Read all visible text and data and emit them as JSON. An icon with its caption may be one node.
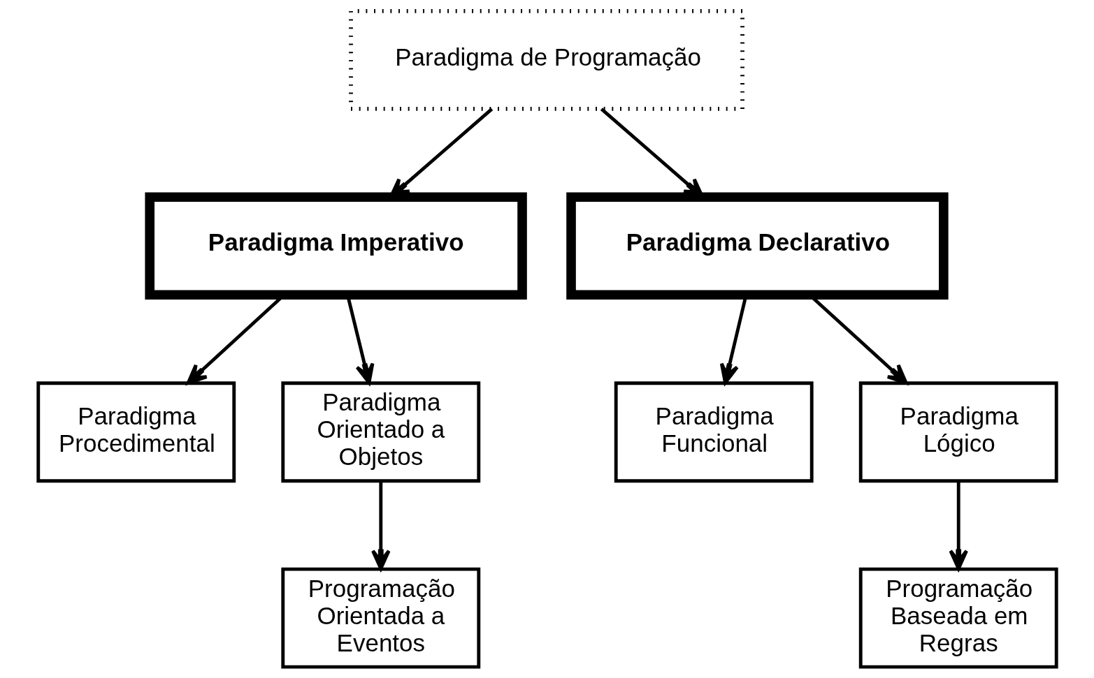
{
  "diagram": {
    "nodes": [
      {
        "text": [
          "Paradigma de Programação"
        ]
      },
      {
        "text": [
          "Paradigma Imperativo"
        ]
      },
      {
        "text": [
          "Paradigma Declarativo"
        ]
      },
      {
        "text": [
          "Paradigma Procedimental"
        ]
      },
      {
        "text": [
          "Paradigma Orientado a Objetos"
        ]
      },
      {
        "text": [
          "Programação Orientada a Eventos"
        ]
      },
      {
        "text": [
          "Paradigma Funcional"
        ]
      },
      {
        "text": [
          "Paradigma Lógico"
        ]
      },
      {
        "text": [
          "Programação Baseada em Regras"
        ]
      }
    ],
    "edges": [
      {
        "from": 0,
        "to": 1,
        "arrow": "to"
      },
      {
        "from": 0,
        "to": 2,
        "arrow": "to"
      },
      {
        "from": 1,
        "to": 3,
        "arrow": "to"
      },
      {
        "from": 1,
        "to": 4,
        "arrow": "to"
      },
      {
        "from": 4,
        "to": 5,
        "arrow": "to"
      },
      {
        "from": 2,
        "to": 6,
        "arrow": "to"
      },
      {
        "from": 2,
        "to": 7,
        "arrow": "to"
      },
      {
        "from": 7,
        "to": 8,
        "arrow": "to"
      }
    ]
  }
}
